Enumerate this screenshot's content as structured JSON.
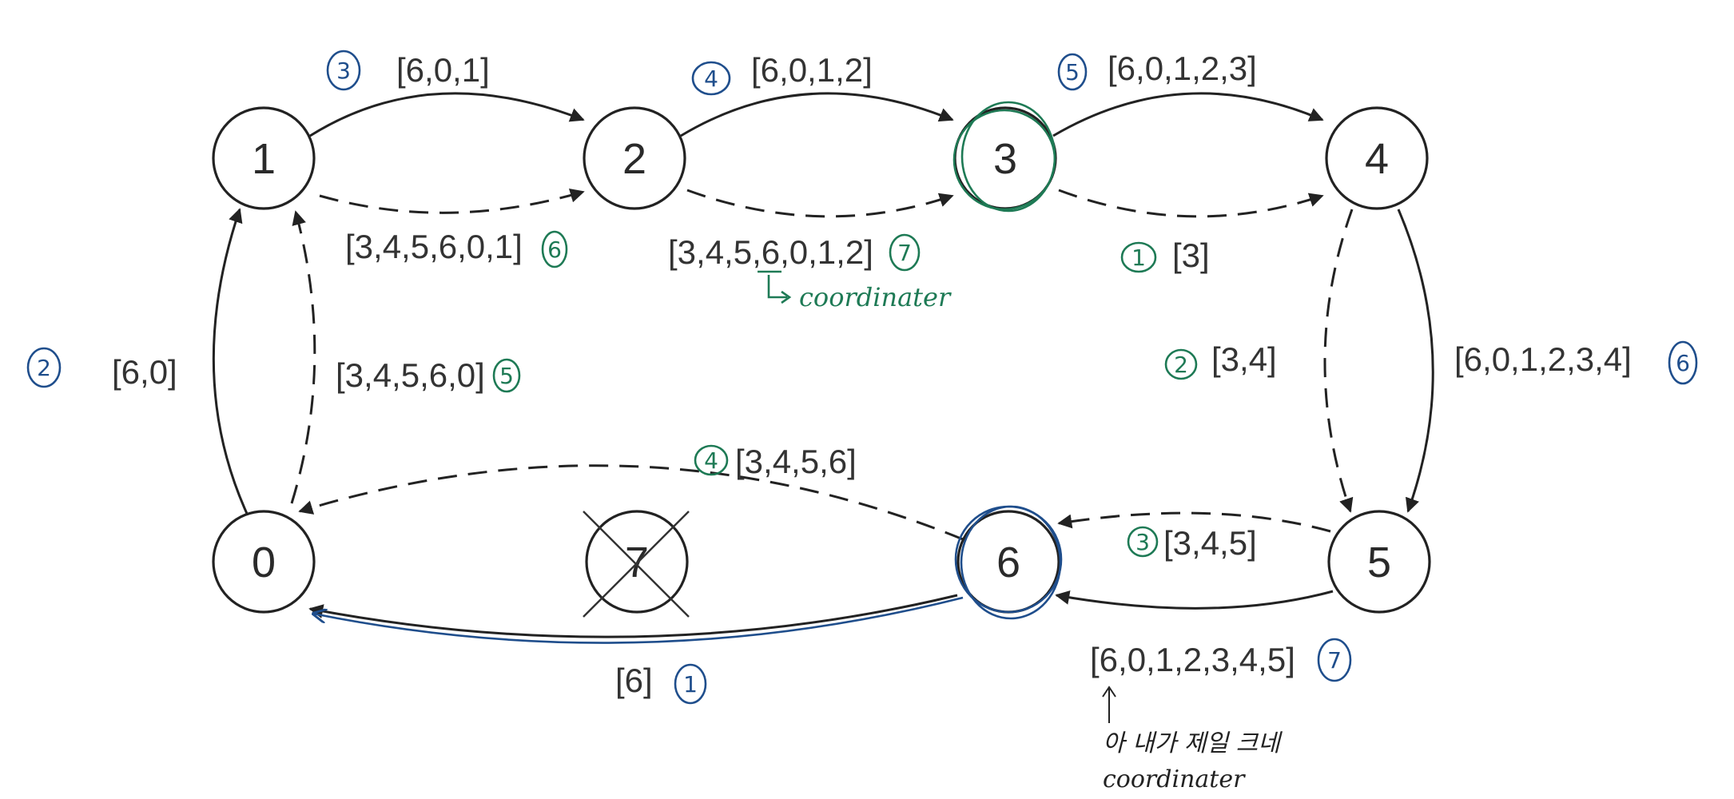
{
  "nodes": {
    "n0": "0",
    "n1": "1",
    "n2": "2",
    "n3": "3",
    "n4": "4",
    "n5": "5",
    "n6": "6",
    "n7": "7"
  },
  "edges": {
    "e_1_2_solid": "[6,0,1]",
    "e_1_2_dashed": "[3,4,5,6,0,1]",
    "e_2_3_solid": "[6,0,1,2]",
    "e_2_3_dashed": "[3,4,5,6,0,1,2]",
    "e_3_4_solid": "[6,0,1,2,3]",
    "e_3_4_dashed": "[3]",
    "e_0_1_solid": "[6,0]",
    "e_0_1_dashed": "[3,4,5,6,0]",
    "e_4_5_dashed": "[3,4]",
    "e_4_5_solid": "[6,0,1,2,3,4]",
    "e_6_0_dashed": "[3,4,5,6]",
    "e_5_6_dashed": "[3,4,5]",
    "e_6_0_solid": "[6]",
    "e_5_6_solid": "[6,0,1,2,3,4,5]"
  },
  "annotations": {
    "order_blue": {
      "a_6_0": "1",
      "a_0_1": "2",
      "a_1_2": "3",
      "a_2_3": "4",
      "a_3_4": "5",
      "a_4_5": "6",
      "a_5_6": "7"
    },
    "order_green": {
      "g_3_4": "1",
      "g_4_5": "2",
      "g_5_6": "3",
      "g_6_0": "4",
      "g_0_1": "5",
      "g_1_2": "6",
      "g_2_3": "7"
    },
    "note_green": "coordinater",
    "note_black_line1": "아 내가 제일 크네",
    "note_black_line2": "coordinater"
  },
  "colors": {
    "ink": "#222222",
    "annotation_blue": "#1f4e8c",
    "annotation_green": "#1e7a55"
  }
}
